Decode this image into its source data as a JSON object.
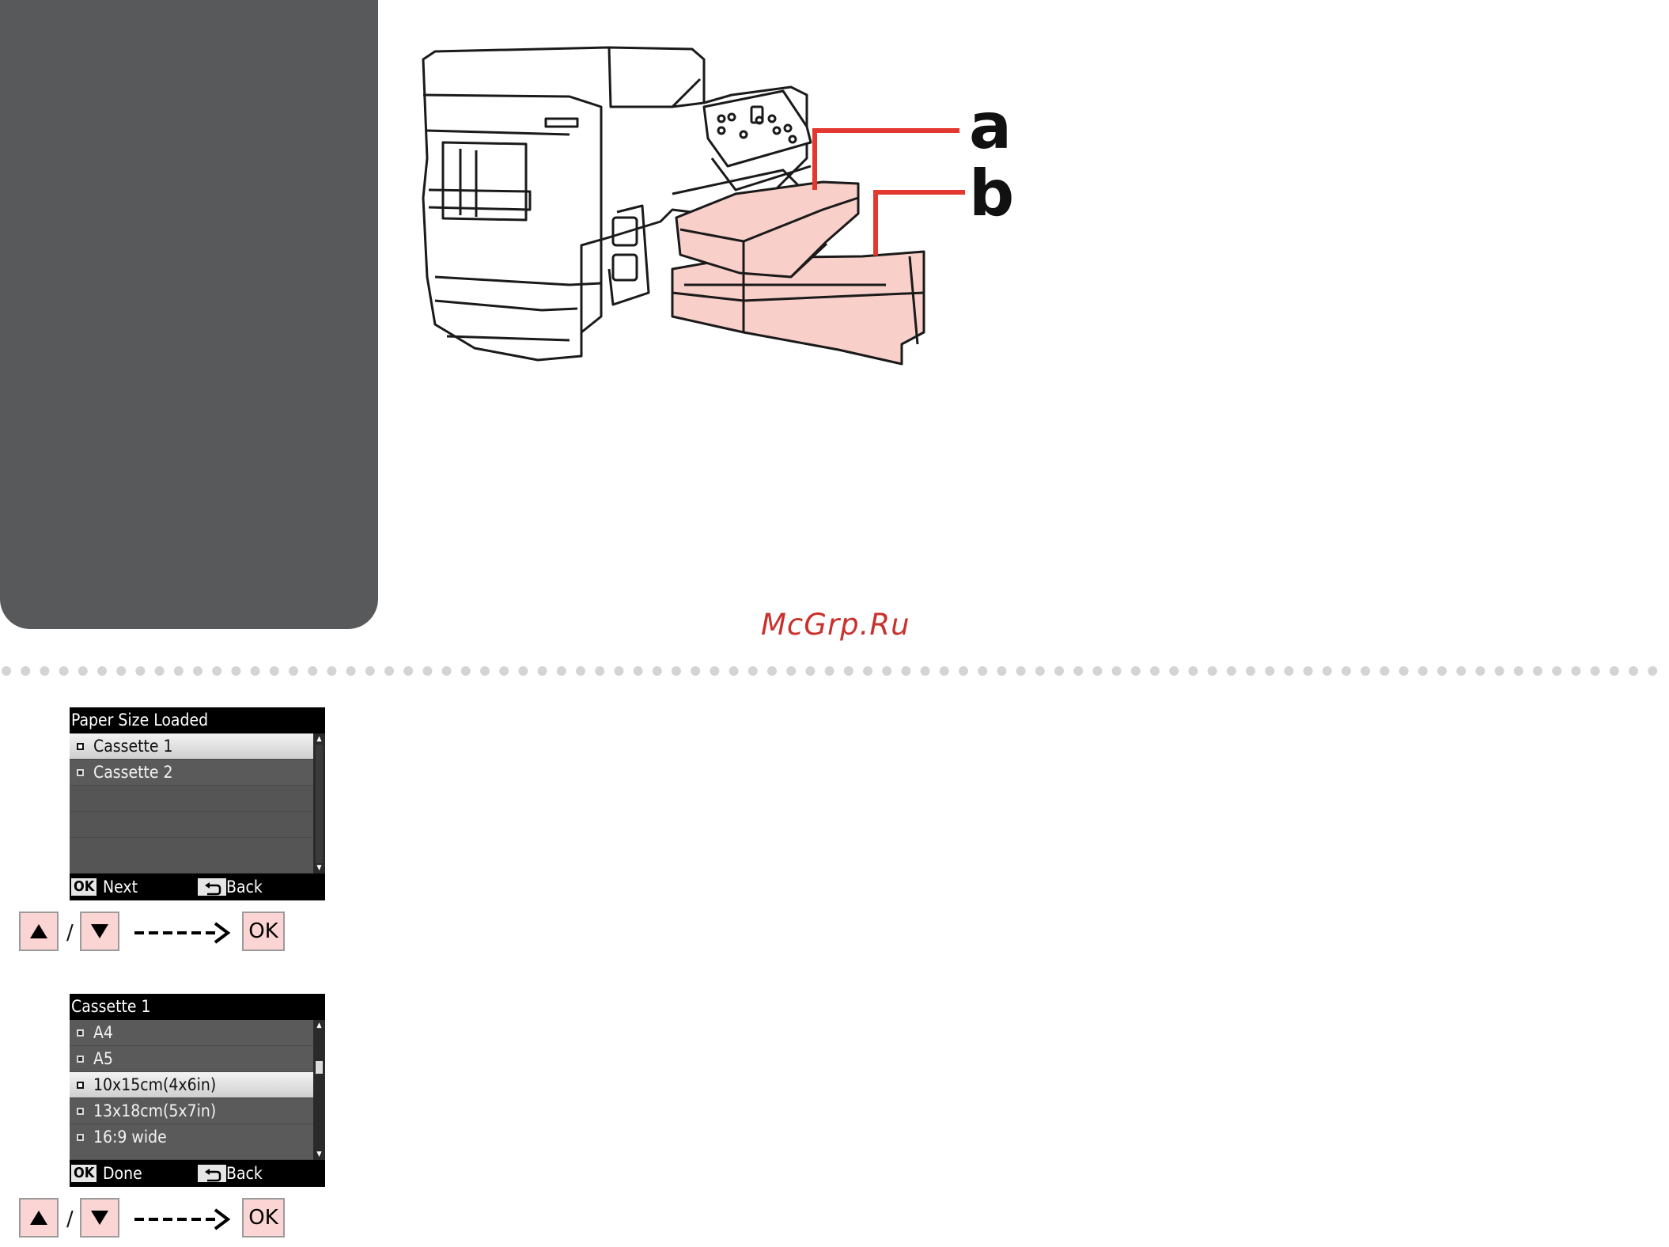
{
  "watermark": "McGrp.Ru",
  "figure": {
    "callouts": [
      "a",
      "b"
    ],
    "colors": {
      "highlight": "#f8cfc9",
      "callout_line": "#e2382f"
    }
  },
  "screen1": {
    "title": "Paper Size Loaded",
    "items": [
      "Cassette 1",
      "Cassette 2"
    ],
    "selected": "Cassette 1",
    "footer_ok": "OK",
    "footer_action": "Next",
    "footer_back": "Back"
  },
  "screen2": {
    "title": "Cassette 1",
    "items": [
      "A4",
      "A5",
      "10x15cm(4x6in)",
      "13x18cm(5x7in)",
      "16:9 wide"
    ],
    "selected": "10x15cm(4x6in)",
    "footer_ok": "OK",
    "footer_action": "Done",
    "footer_back": "Back"
  },
  "keys": {
    "separator": "/",
    "ok_label": "OK",
    "icons": [
      "up-arrow-icon",
      "down-arrow-icon",
      "dashed-arrow-icon"
    ],
    "key_color": "#fbd5d3"
  }
}
